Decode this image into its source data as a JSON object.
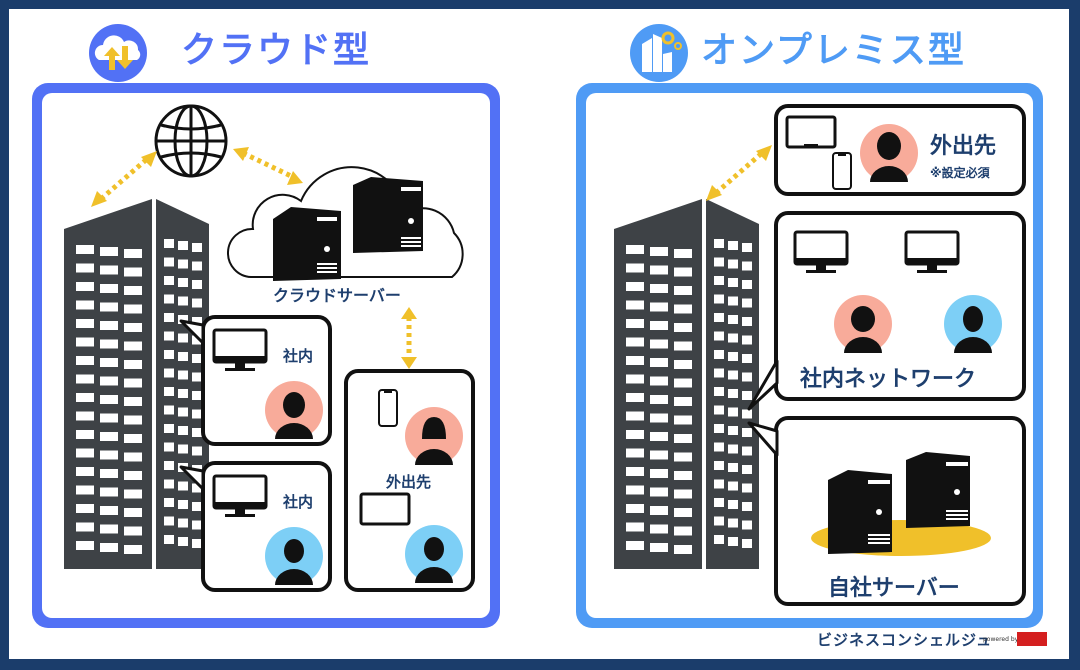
{
  "left_section": {
    "title": "クラウド型",
    "title_color": "#5271f5",
    "panel_color": "#5271f5",
    "icon": "cloud-transfer-icon",
    "cloud_label": "クラウドサーバー",
    "office_box_1_label": "社内",
    "office_box_2_label": "社内",
    "remote_box_label": "外出先"
  },
  "right_section": {
    "title": "オンプレミス型",
    "title_color": "#4f9bf5",
    "panel_color": "#4f9bf5",
    "icon": "building-gear-icon",
    "remote_box_label": "外出先",
    "remote_box_note": "※設定必須",
    "network_box_label": "社内ネットワーク",
    "server_box_label": "自社サーバー"
  },
  "colors": {
    "arrow": "#f0c02a",
    "building": "#3e4246",
    "avatar_pink": "#f8ab9a",
    "avatar_blue": "#7dcff6",
    "label_text": "#1e3f6e",
    "frame": "#1b3d6b"
  },
  "footer": {
    "brand": "ビジネスコンシェルジュ",
    "powered_by": "powered by"
  }
}
